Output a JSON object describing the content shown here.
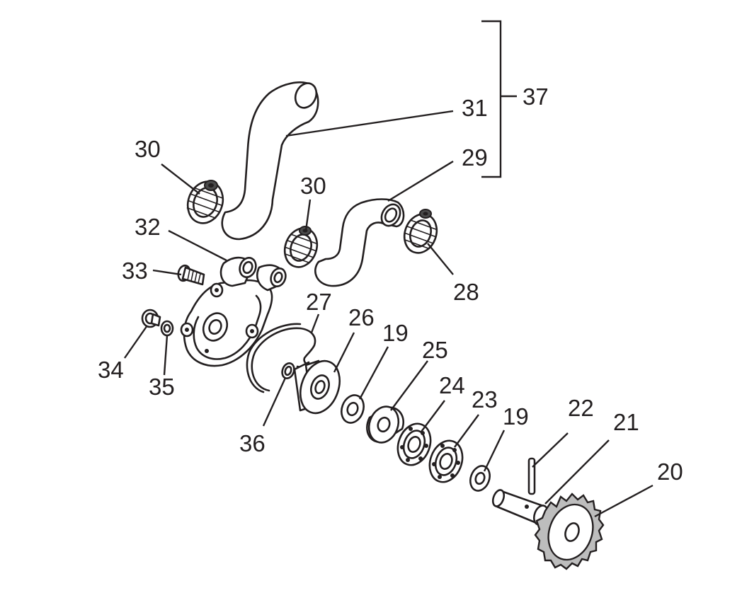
{
  "callouts": {
    "c37": "37",
    "c31": "31",
    "c30a": "30",
    "c30b": "30",
    "c29": "29",
    "c32": "32",
    "c28": "28",
    "c33": "33",
    "c27": "27",
    "c26": "26",
    "c19a": "19",
    "c25": "25",
    "c34": "34",
    "c35": "35",
    "c24": "24",
    "c23": "23",
    "c19b": "19",
    "c22": "22",
    "c21": "21",
    "c36": "36",
    "c20": "20"
  }
}
